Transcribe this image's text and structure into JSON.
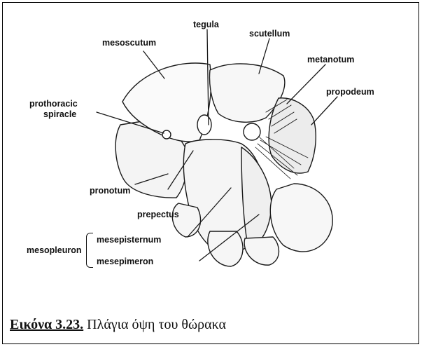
{
  "labels": {
    "mesoscutum": "mesoscutum",
    "tegula": "tegula",
    "scutellum": "scutellum",
    "metanotum": "metanotum",
    "propodeum": "propodeum",
    "prothoracic_spiracle_line1": "prothoracic",
    "prothoracic_spiracle_line2": "spiracle",
    "pronotum": "pronotum",
    "prepectus": "prepectus",
    "mesopleuron": "mesopleuron",
    "mesepisternum": "mesepisternum",
    "mesepimeron": "mesepimeron"
  },
  "caption": {
    "number": "Εικόνα 3.23.",
    "text": "Πλάγια όψη του θώρακα"
  }
}
